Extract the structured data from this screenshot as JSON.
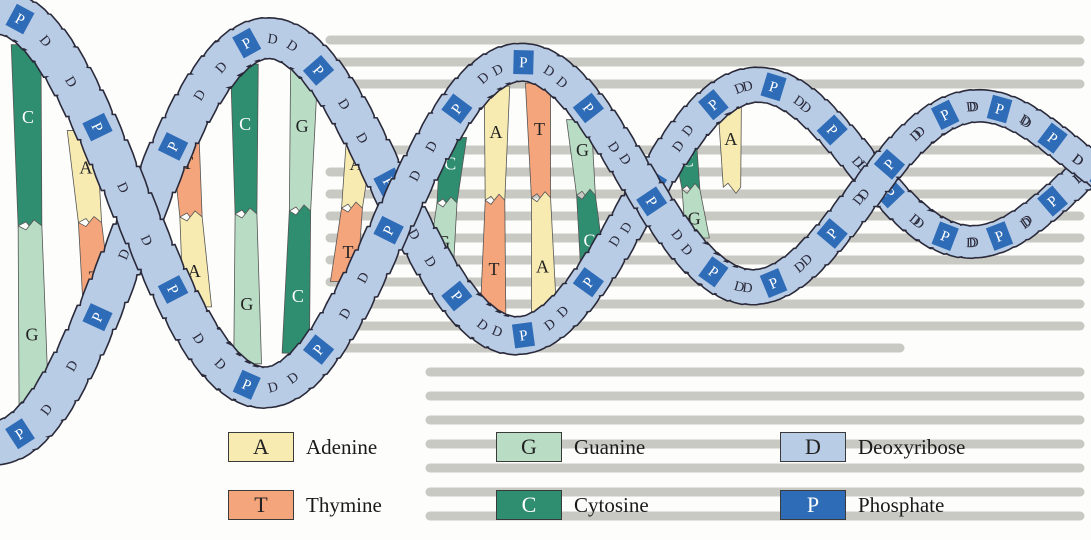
{
  "colors": {
    "adenine": "#f7ebb2",
    "thymine": "#f5a57c",
    "guanine": "#b9dcc4",
    "cytosine": "#2f8d70",
    "deoxyribose": "#b9cce6",
    "phosphate": "#2f6cb7",
    "strand_edge": "#2a2a3a"
  },
  "strand_labels": {
    "sugar": "D",
    "phosphate": "P"
  },
  "base_pairs": [
    {
      "top": "C",
      "bottom": "G"
    },
    {
      "top": "A",
      "bottom": "T"
    },
    {
      "top": "T",
      "bottom": "A"
    },
    {
      "top": "C",
      "bottom": "G"
    },
    {
      "top": "G",
      "bottom": "C"
    },
    {
      "top": "A",
      "bottom": "T"
    },
    {
      "top": "C",
      "bottom": "G"
    },
    {
      "top": "A",
      "bottom": "T"
    },
    {
      "top": "T",
      "bottom": "A"
    },
    {
      "top": "G",
      "bottom": "C"
    },
    {
      "top": "C",
      "bottom": "G"
    },
    {
      "top": "A",
      "bottom": ""
    }
  ],
  "legend": [
    {
      "key": "adenine",
      "letter": "A",
      "label": "Adenine"
    },
    {
      "key": "guanine",
      "letter": "G",
      "label": "Guanine"
    },
    {
      "key": "deoxyribose",
      "letter": "D",
      "label": "Deoxyribose"
    },
    {
      "key": "thymine",
      "letter": "T",
      "label": "Thymine"
    },
    {
      "key": "cytosine",
      "letter": "C",
      "label": "Cytosine"
    },
    {
      "key": "phosphate",
      "letter": "P",
      "label": "Phosphate"
    }
  ]
}
